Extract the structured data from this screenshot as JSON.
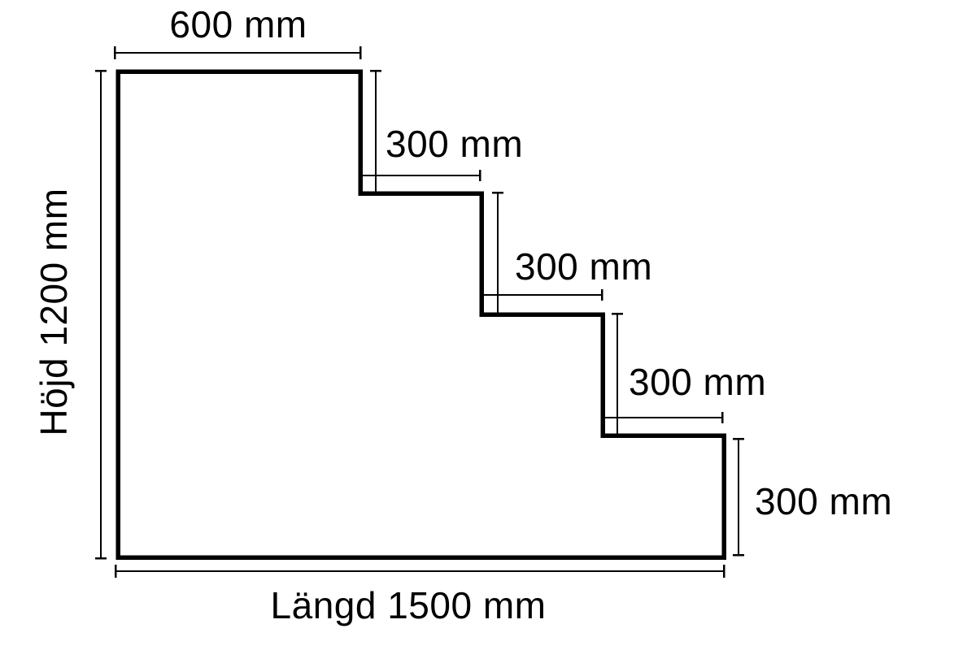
{
  "diagram": {
    "type": "staircase-profile-dimension-drawing",
    "background_color": "#ffffff",
    "line_color": "#000000",
    "labels": {
      "top_width": "600 mm",
      "total_height": "Höjd 1200 mm",
      "total_length": "Längd 1500 mm",
      "step1": "300 mm",
      "step2": "300 mm",
      "step3": "300 mm",
      "step4": "300 mm"
    },
    "values": {
      "top_tread_mm": 600,
      "total_height_mm": 1200,
      "total_length_mm": 1500,
      "step_rise_mm": 300,
      "step_tread_mm": 300,
      "step_count": 4
    }
  }
}
